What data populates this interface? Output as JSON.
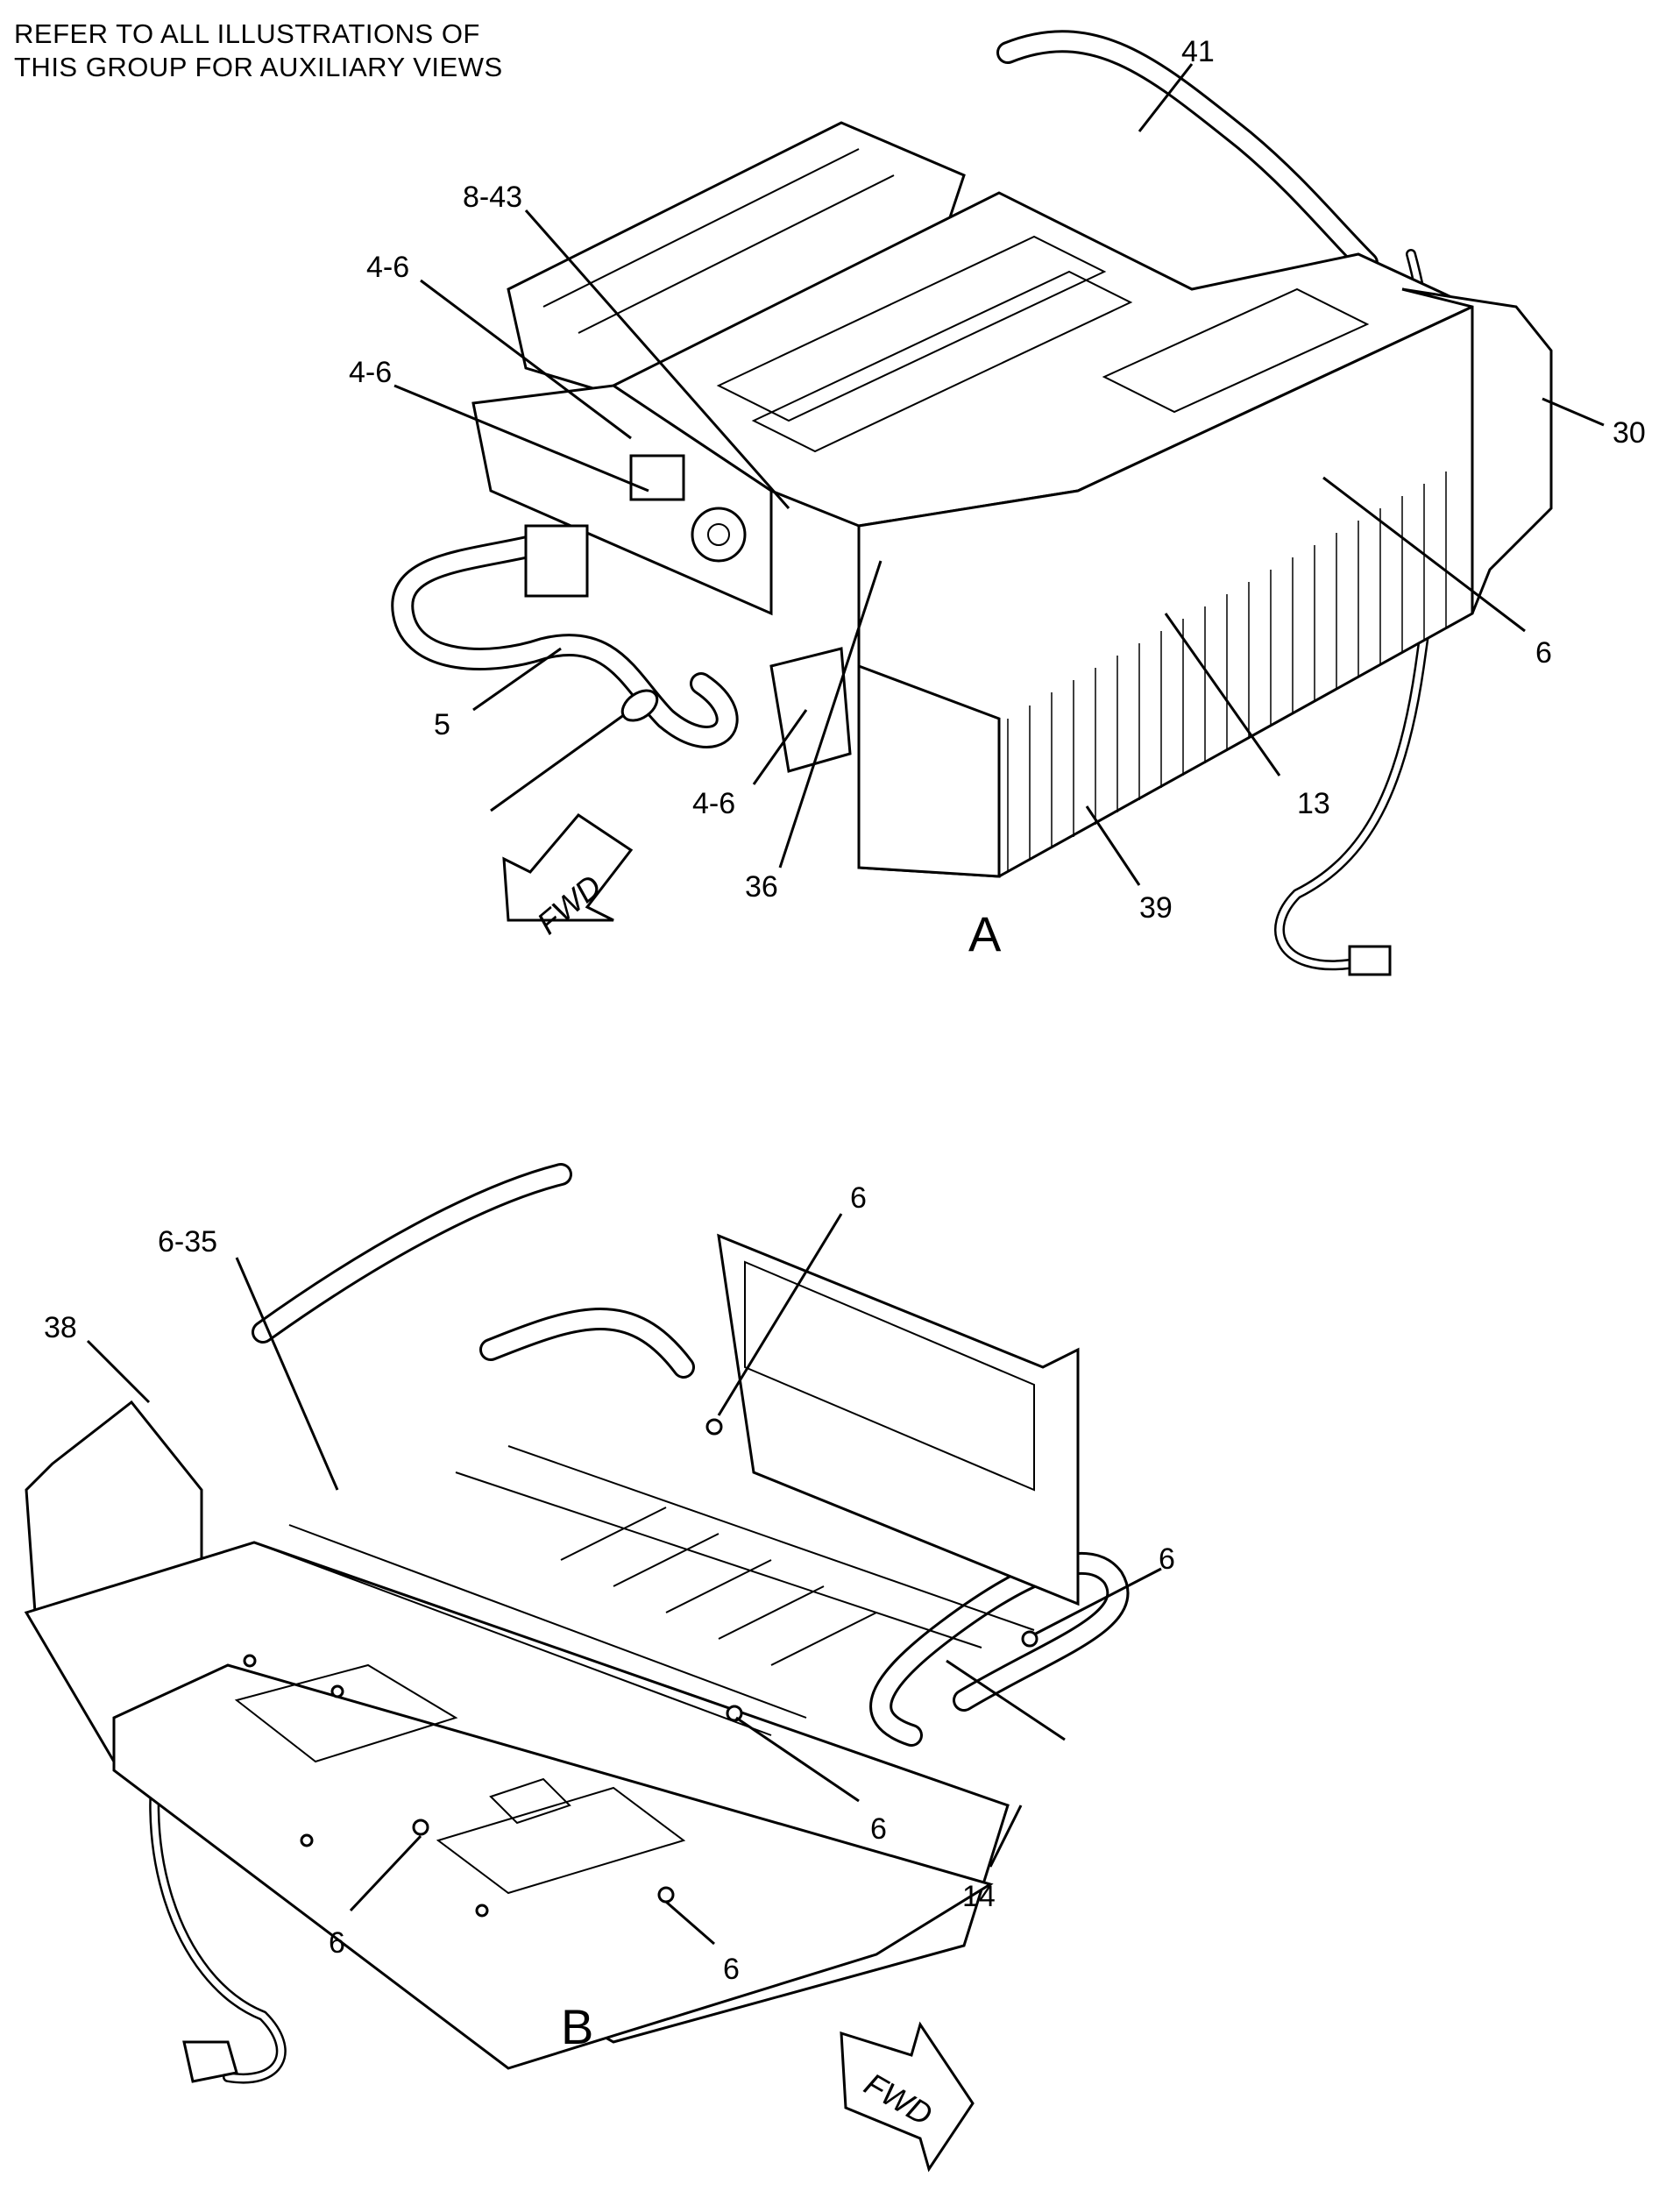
{
  "note": {
    "line1": "REFER TO ALL ILLUSTRATIONS OF",
    "line2": "THIS GROUP FOR AUXILIARY VIEWS"
  },
  "views": {
    "a": {
      "title": "A",
      "fwd": "FWD"
    },
    "b": {
      "title": "B",
      "fwd": "FWD"
    }
  },
  "callouts_a": [
    "41",
    "8-43",
    "4-6",
    "4-6",
    "30",
    "6",
    "5",
    "4-6",
    "13",
    "36",
    "39"
  ],
  "callouts_b": [
    "6",
    "6-35",
    "38",
    "6",
    "6",
    "6",
    "6",
    "14"
  ]
}
